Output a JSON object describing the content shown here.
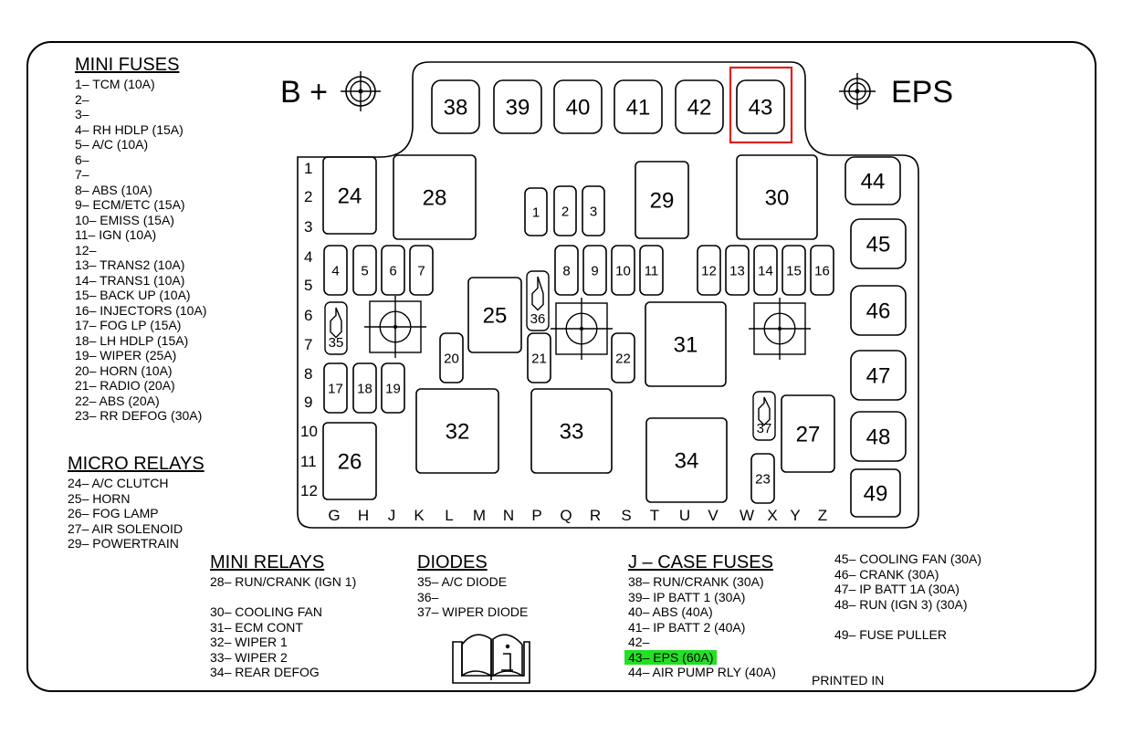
{
  "labels": {
    "bplus": "B +",
    "eps": "EPS",
    "printed": "PRINTED IN"
  },
  "grid_rows": [
    "1",
    "2",
    "3",
    "4",
    "5",
    "6",
    "7",
    "8",
    "9",
    "10",
    "11",
    "12"
  ],
  "grid_cols": [
    "G",
    "H",
    "J",
    "K",
    "L",
    "M",
    "N",
    "P",
    "Q",
    "R",
    "S",
    "T",
    "U",
    "V",
    "W",
    "X",
    "Y",
    "Z"
  ],
  "components": {
    "c38": "38",
    "c39": "39",
    "c40": "40",
    "c41": "41",
    "c42": "42",
    "c43": "43",
    "c44": "44",
    "c45": "45",
    "c46": "46",
    "c47": "47",
    "c48": "48",
    "c49": "49",
    "c24": "24",
    "c28": "28",
    "c29": "29",
    "c30": "30",
    "c1": "1",
    "c2": "2",
    "c3": "3",
    "c4": "4",
    "c5": "5",
    "c6": "6",
    "c7": "7",
    "c8": "8",
    "c9": "9",
    "c10": "10",
    "c11": "11",
    "c12": "12",
    "c13": "13",
    "c14": "14",
    "c15": "15",
    "c16": "16",
    "c25": "25",
    "c36": "36",
    "c35": "35",
    "c31": "31",
    "c20": "20",
    "c21": "21",
    "c22": "22",
    "c17": "17",
    "c18": "18",
    "c19": "19",
    "c32": "32",
    "c33": "33",
    "c34": "34",
    "c37": "37",
    "c27": "27",
    "c26": "26",
    "c23": "23"
  },
  "mini_fuses": {
    "title": "MINI FUSES",
    "items": [
      "1– TCM (10A)",
      "2–",
      "3–",
      "4– RH HDLP (15A)",
      "5– A/C (10A)",
      "6–",
      "7–",
      "8– ABS (10A)",
      "9– ECM/ETC (15A)",
      "10– EMISS (15A)",
      "11– IGN (10A)",
      "12–",
      "13– TRANS2 (10A)",
      "14– TRANS1 (10A)",
      "15– BACK UP (10A)",
      "16– INJECTORS (10A)",
      "17– FOG LP (15A)",
      "18– LH HDLP (15A)",
      "19– WIPER (25A)",
      "20– HORN (10A)",
      "21– RADIO (20A)",
      "22– ABS (20A)",
      "23– RR DEFOG (30A)"
    ]
  },
  "micro_relays": {
    "title": "MICRO RELAYS",
    "items": [
      "24– A/C CLUTCH",
      "25– HORN",
      "26– FOG LAMP",
      "27– AIR SOLENOID",
      "29– POWERTRAIN"
    ]
  },
  "mini_relays": {
    "title": "MINI RELAYS",
    "items": [
      "28– RUN/CRANK (IGN 1)",
      "",
      "30– COOLING FAN",
      "31– ECM CONT",
      "32– WIPER 1",
      "33– WIPER 2",
      "34– REAR DEFOG"
    ]
  },
  "diodes": {
    "title": "DIODES",
    "items": [
      "35– A/C DIODE",
      "36–",
      "37– WIPER DIODE"
    ]
  },
  "jcase_fuses": {
    "title": "J – CASE FUSES",
    "items": [
      "38– RUN/CRANK (30A)",
      "39– IP BATT 1 (30A)",
      "40– ABS (40A)",
      "41– IP BATT 2 (40A)",
      "42–",
      "43– EPS (60A)",
      "44– AIR PUMP RLY (40A)"
    ]
  },
  "jcase_more": {
    "items": [
      "45– COOLING FAN (30A)",
      "46– CRANK (30A)",
      "47– IP BATT 1A (30A)",
      "48– RUN (IGN 3) (30A)",
      "",
      "49– FUSE PULLER"
    ]
  },
  "colors": {
    "highlight_box": "#e02020",
    "highlight_text_bg": "#22e022"
  }
}
